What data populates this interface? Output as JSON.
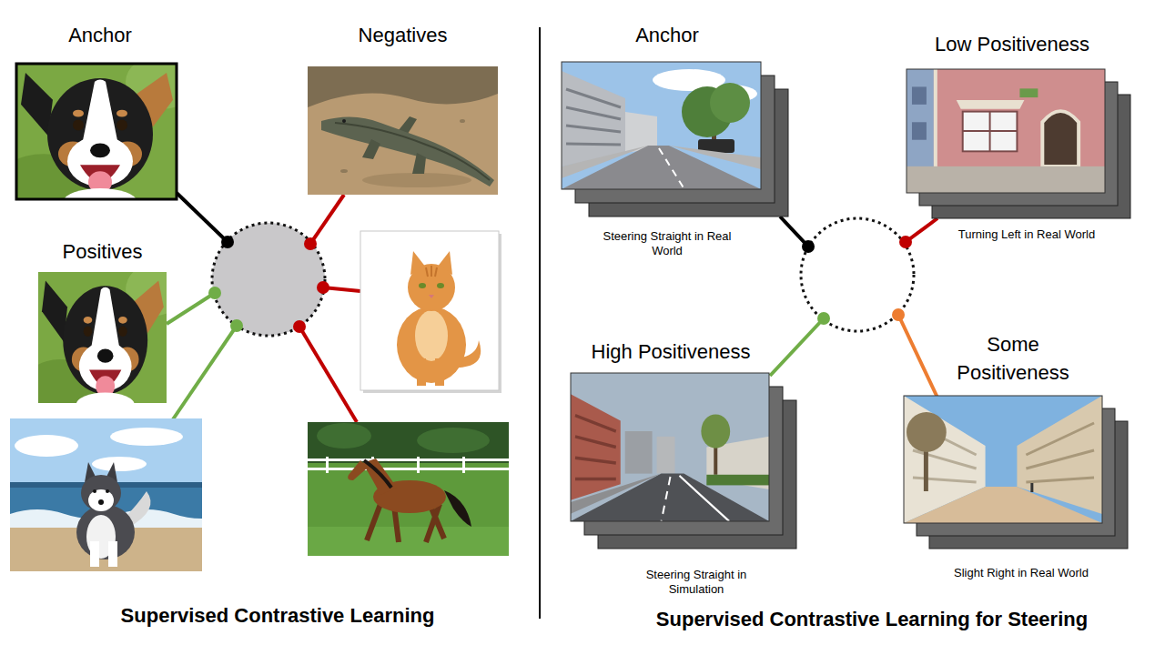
{
  "diagram": {
    "nodes": [
      {
        "text": [
          "Anchor"
        ]
      },
      {
        "text": [
          "Negatives"
        ]
      },
      {
        "text": [
          "Positives"
        ]
      },
      {
        "text": [
          "Anchor",
          "Steering Straight in Real World"
        ]
      },
      {
        "text": [
          "Low Positiveness",
          "Turning Left in Real World"
        ]
      },
      {
        "text": [
          "High Positiveness",
          "Steering Straight in Simulation"
        ]
      },
      {
        "text": [
          "Some Positiveness",
          "Slight Right in Real World"
        ]
      }
    ],
    "labels": [
      "Supervised Contrastive Learning",
      "Supervised Contrastive Learning for Steering"
    ]
  }
}
